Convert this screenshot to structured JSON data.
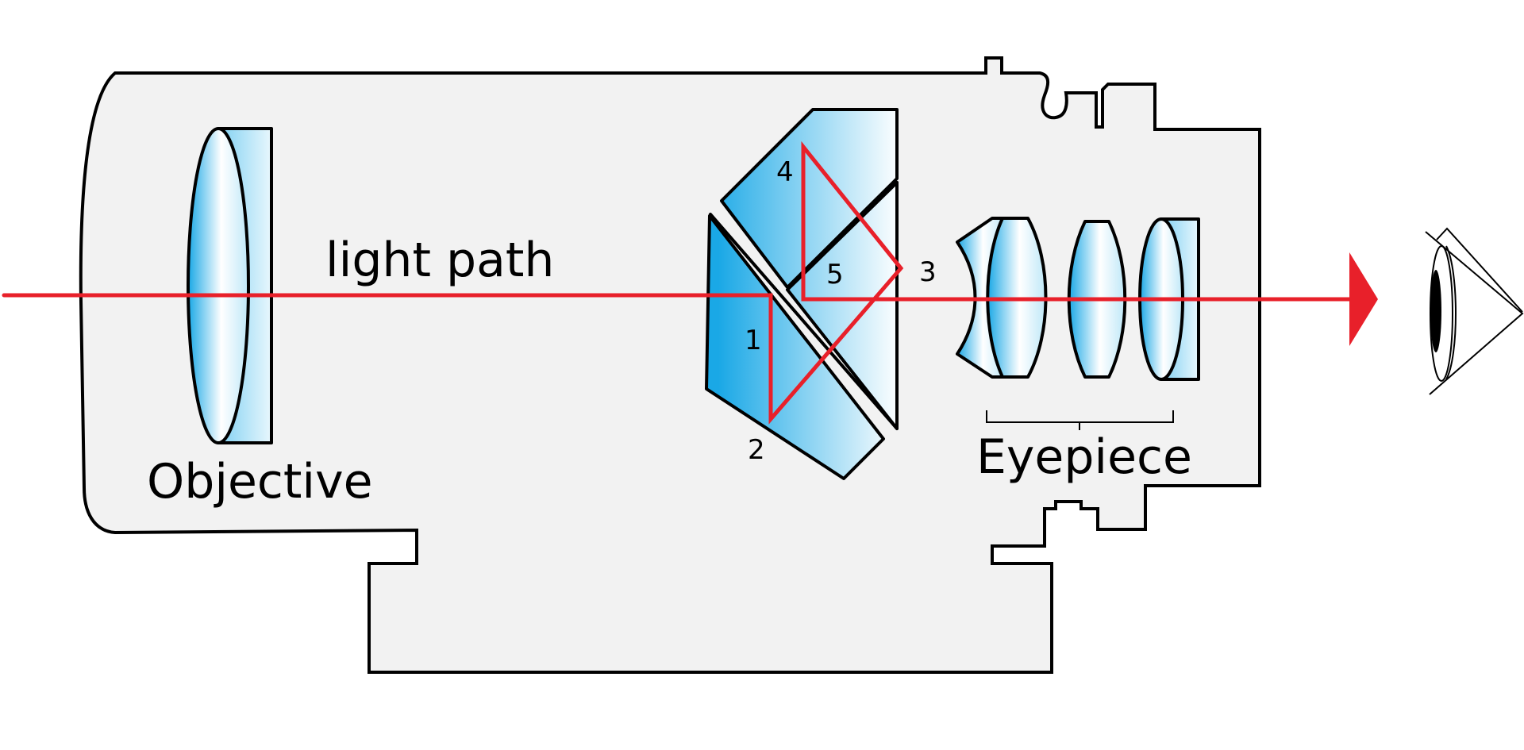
{
  "labels": {
    "objective": "Objective",
    "light_path": "light path",
    "eyepiece": "Eyepiece",
    "point_1": "1",
    "point_2": "2",
    "point_3": "3",
    "point_4": "4",
    "point_5": "5"
  },
  "colors": {
    "light_ray": "#e8202a",
    "glass_edge": "#1aa8e6",
    "glass_center": "#ffffff",
    "body_fill": "#f2f2f2",
    "outline": "#000000"
  },
  "icons": {
    "viewer": "eye-icon",
    "ray_direction": "arrow-right-icon"
  }
}
